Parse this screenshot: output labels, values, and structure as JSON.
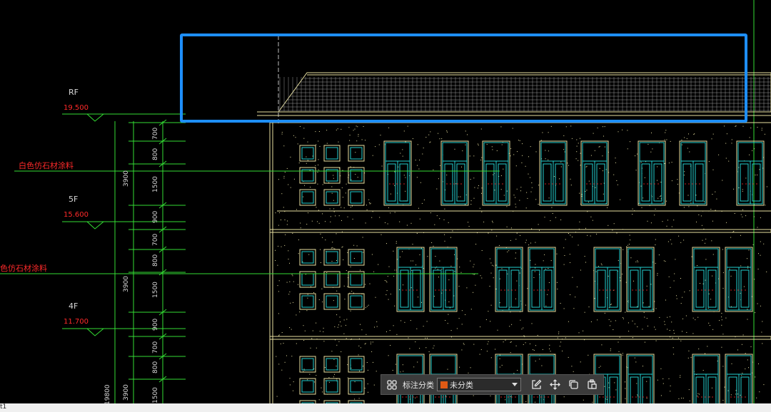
{
  "drawing": {
    "levels": [
      {
        "name": "RF",
        "elevation": "19.500"
      },
      {
        "name": "5F",
        "elevation": "15.600"
      },
      {
        "name": "4F",
        "elevation": "11.700"
      }
    ],
    "material_notes": [
      "白色仿石材涂料",
      "色仿石材涂料"
    ],
    "dimensions": {
      "floor_heights": [
        "3900",
        "3900",
        "3900"
      ],
      "total_height": "19800",
      "segments": [
        "700",
        "800",
        "1500",
        "900",
        "700",
        "800",
        "1500",
        "900",
        "700",
        "800",
        "1500"
      ]
    }
  },
  "toolbar": {
    "grid_icon": "grid-icon",
    "category_label": "标注分类",
    "category_value": "未分类",
    "category_color": "#e05a14",
    "edit_icon": "edit-icon",
    "move_icon": "move-icon",
    "copy_icon": "copy-icon",
    "paste_icon": "paste-icon"
  },
  "status": {
    "tab": "t1"
  },
  "colors": {
    "selection": "#1e8fff",
    "background": "#000000",
    "linework": "#e8e0a0",
    "windows": "#22d0d0",
    "dimension_lines": "#33dd33",
    "annotation_text": "#ff2a2a"
  }
}
